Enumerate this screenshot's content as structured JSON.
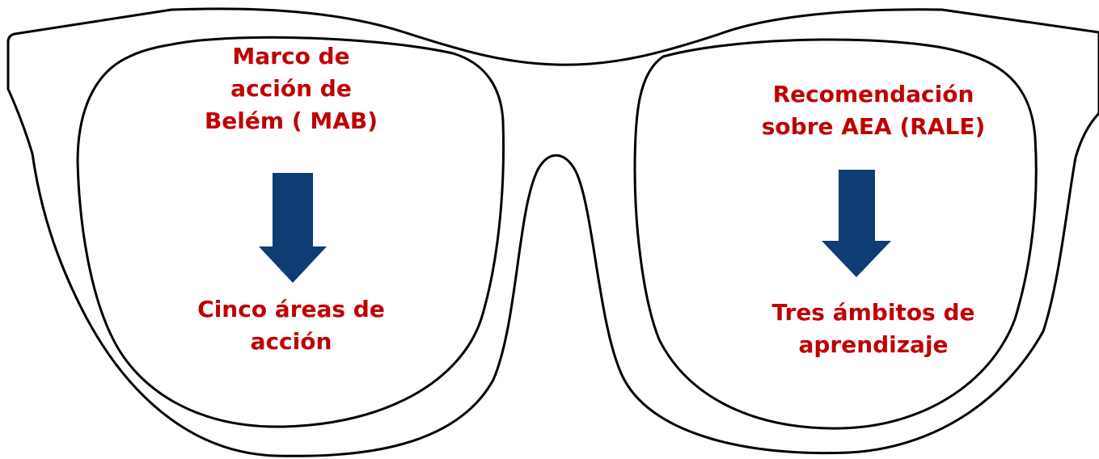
{
  "colors": {
    "text": "#c00000",
    "arrow": "#0f3d73",
    "frame": "#000000",
    "background": "#ffffff"
  },
  "left_lens": {
    "top_text": [
      "Marco de",
      "acción de",
      "Belém ( MAB)"
    ],
    "bottom_text": [
      "Cinco áreas de",
      "acción"
    ]
  },
  "right_lens": {
    "top_text": [
      "Recomendación",
      "sobre AEA (RALE)"
    ],
    "bottom_text": [
      "Tres ámbitos de",
      "aprendizaje"
    ]
  },
  "icons": {
    "left_arrow": "down-arrow-icon",
    "right_arrow": "down-arrow-icon",
    "frame": "eyeglasses-frame-icon"
  }
}
